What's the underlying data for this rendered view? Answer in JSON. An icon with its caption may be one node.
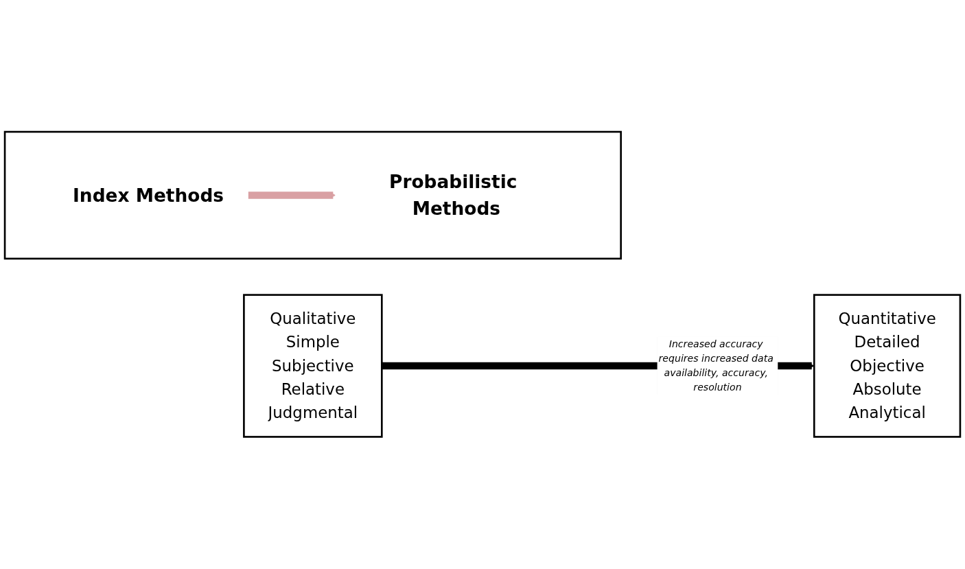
{
  "diagram": {
    "nodes": [
      {
        "text": [
          "Qualitative",
          "Simple",
          "Subjective",
          "Relative",
          "Judgmental"
        ]
      },
      {
        "text": [
          "Quantitative",
          "Detailed",
          "Objective",
          "Absolute",
          "Analytical"
        ]
      },
      {
        "text": [],
        "shape": "box"
      },
      {
        "text": [
          "Index Methods"
        ],
        "in": 2
      },
      {
        "text": [
          "Probabilistic Methods"
        ],
        "in": 2
      }
    ],
    "edges": [
      {
        "from": 0,
        "to": 1,
        "arrow": "to",
        "label": "Increased accuracy requires increased data availability, accuracy, resolution"
      },
      {
        "from": 3,
        "to": 4,
        "arrow": "to",
        "color": "#d9a0a3"
      }
    ]
  }
}
